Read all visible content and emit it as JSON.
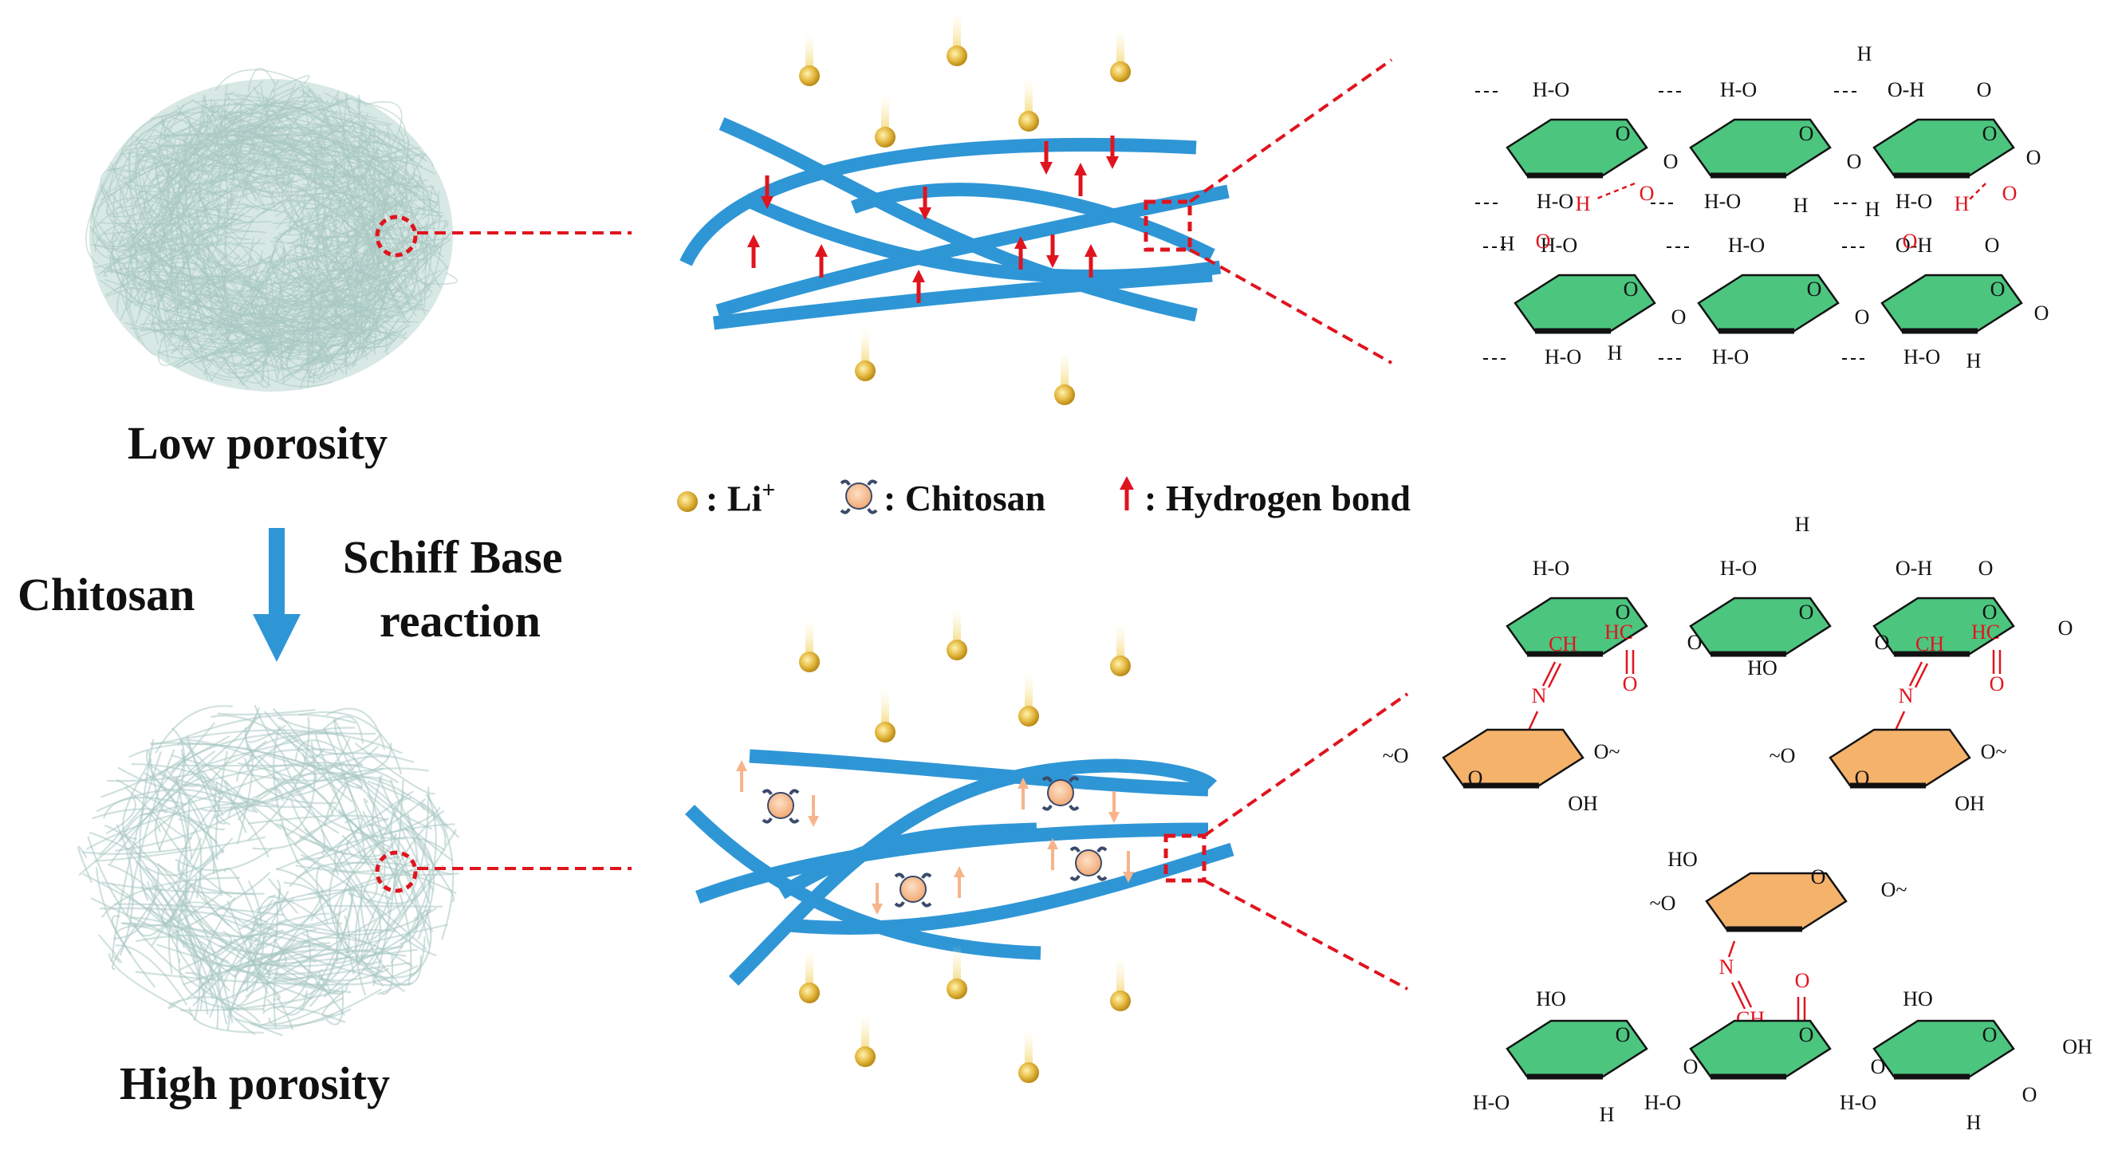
{
  "labels": {
    "low_porosity": "Low porosity",
    "high_porosity": "High porosity",
    "chitosan_arrow": "Chitosan",
    "schiff_line1": "Schiff Base",
    "schiff_line2": "reaction"
  },
  "legend": {
    "li_label": ": Li",
    "li_sup": "+",
    "chitosan_label": ": Chitosan",
    "hbond_label": ": Hydrogen bond"
  },
  "chem": {
    "H": "H",
    "O": "O",
    "HO": "HO",
    "OH": "OH",
    "HO_dash": "H-O",
    "O_dash_H": "O-H",
    "CH": "CH",
    "HC": "HC",
    "N": "N"
  },
  "colors": {
    "fiber": "#2f96d6",
    "red": "#e0141e",
    "green": "#4cc57f",
    "orange": "#f4b26b",
    "li_ion": "#e1b53c",
    "mesh": "#a9c9c3",
    "arrow_blue": "#2f96d6",
    "peach": "#f7b48a"
  }
}
